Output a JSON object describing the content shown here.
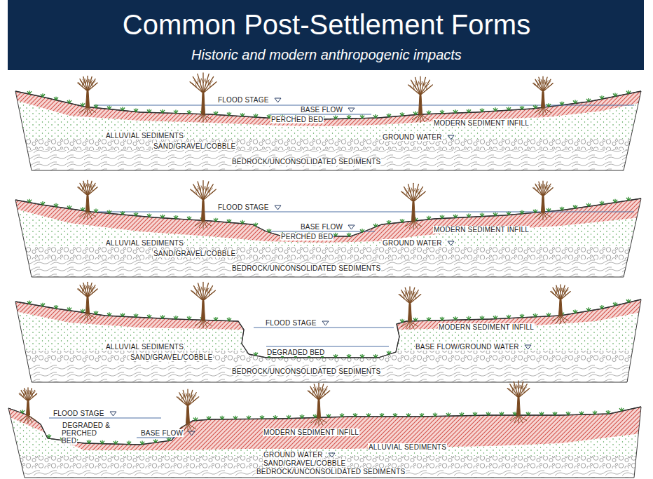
{
  "diagram": {
    "title": "Common Post-Settlement Forms",
    "labels": [
      "Historic and modern anthropogenic impacts",
      "FLOOD STAGE",
      "BASE FLOW",
      "PERCHED BED",
      "MODERN SEDIMENT INFILL",
      "ALLUVIAL SEDIMENTS",
      "GROUND WATER",
      "SAND/GRAVEL/COBBLE",
      "BEDROCK/UNCONSOLIDATED SEDIMENTS",
      "FLOOD STAGE",
      "BASE FLOW",
      "PERCHED BED",
      "MODERN SEDIMENT INFILL",
      "ALLUVIAL SEDIMENTS",
      "GROUND WATER",
      "SAND/GRAVEL/COBBLE",
      "BEDROCK/UNCONSOLIDATED SEDIMENTS",
      "FLOOD STAGE",
      "DEGRADED BED",
      "MODERN SEDIMENT INFILL",
      "ALLUVIAL SEDIMENTS",
      "BASE FLOW/GROUND WATER",
      "SAND/GRAVEL/COBBLE",
      "BEDROCK/UNCONSOLIDATED SEDIMENTS",
      "FLOOD STAGE",
      "DEGRADED & PERCHED BED",
      "BASE FLOW",
      "MODERN SEDIMENT INFILL",
      "ALLUVIAL SEDIMENTS",
      "GROUND WATER",
      "SAND/GRAVEL/COBBLE",
      "BEDROCK/UNCONSOLIDATED SEDIMENTS"
    ]
  }
}
